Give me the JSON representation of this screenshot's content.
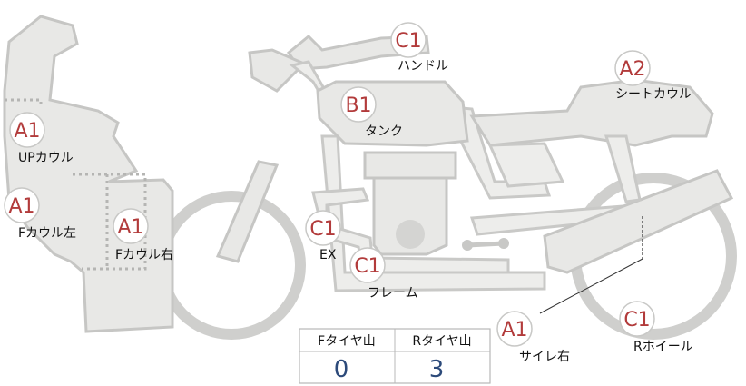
{
  "parts": [
    {
      "code": "C1",
      "label": "ハンドル"
    },
    {
      "code": "A2",
      "label": "シートカウル"
    },
    {
      "code": "B1",
      "label": "タンク"
    },
    {
      "code": "A1",
      "label": "UPカウル"
    },
    {
      "code": "A1",
      "label": "Fカウル左"
    },
    {
      "code": "A1",
      "label": "Fカウル右"
    },
    {
      "code": "C1",
      "label": "EX"
    },
    {
      "code": "C1",
      "label": "フレーム"
    },
    {
      "code": "A1",
      "label": "サイレ右"
    },
    {
      "code": "C1",
      "label": "Rホイール"
    }
  ],
  "tread_table": {
    "headers": [
      "Fタイヤ山",
      "Rタイヤ山"
    ],
    "values": [
      "0",
      "3"
    ]
  },
  "colors": {
    "badge_text": "#b23b3b",
    "value_text": "#2c4a7a",
    "part_fill": "#e8e8e6"
  }
}
